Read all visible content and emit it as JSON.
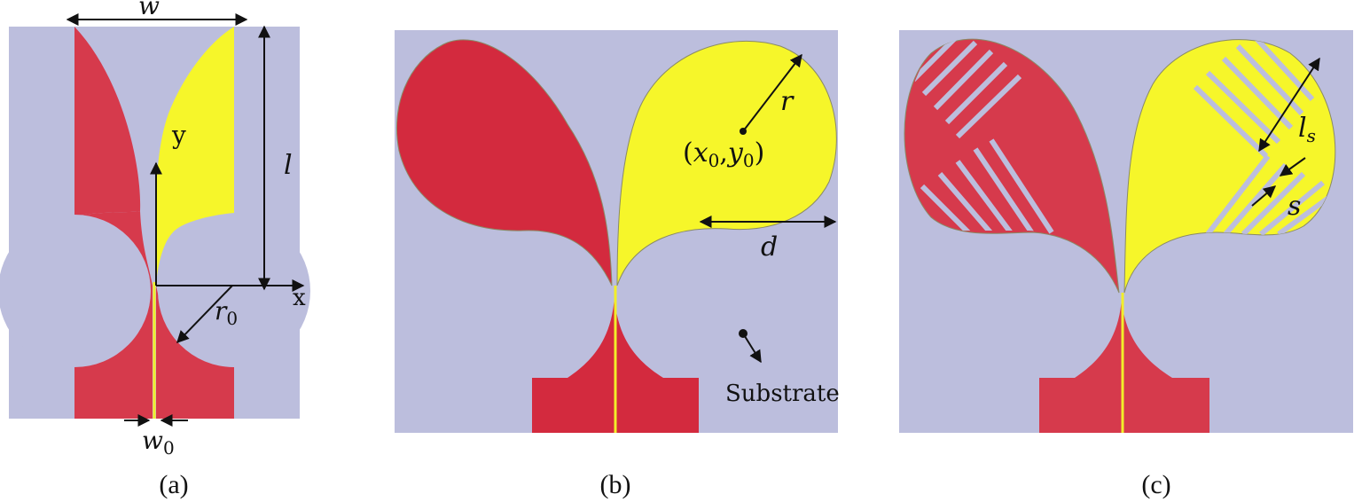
{
  "colors": {
    "substrate": "#bcbedd",
    "left_arm": "#d63a4c",
    "left_arm_b": "#d32a3e",
    "right_arm": "#f6f62a",
    "feed_line": "#f2ee2a",
    "arrow": "#111111",
    "outline": "#8a8a66"
  },
  "panel_a": {
    "caption": "(a)",
    "label_w": "w",
    "label_l": "l",
    "label_y": "y",
    "label_x": "x",
    "label_r": "r",
    "label_r_sub": "0",
    "label_w0": "w",
    "label_w0_sub": "0"
  },
  "panel_b": {
    "caption": "(b)",
    "label_r": "r",
    "center_open": "(",
    "center_x": "x",
    "center_x_sub": "0",
    "center_comma": ",",
    "center_y": "y",
    "center_y_sub": "0",
    "center_close": ")",
    "label_d": "d",
    "label_substrate": "Substrate"
  },
  "panel_c": {
    "caption": "(c)",
    "label_l": "l",
    "label_l_sub": "s",
    "label_s": "s"
  }
}
